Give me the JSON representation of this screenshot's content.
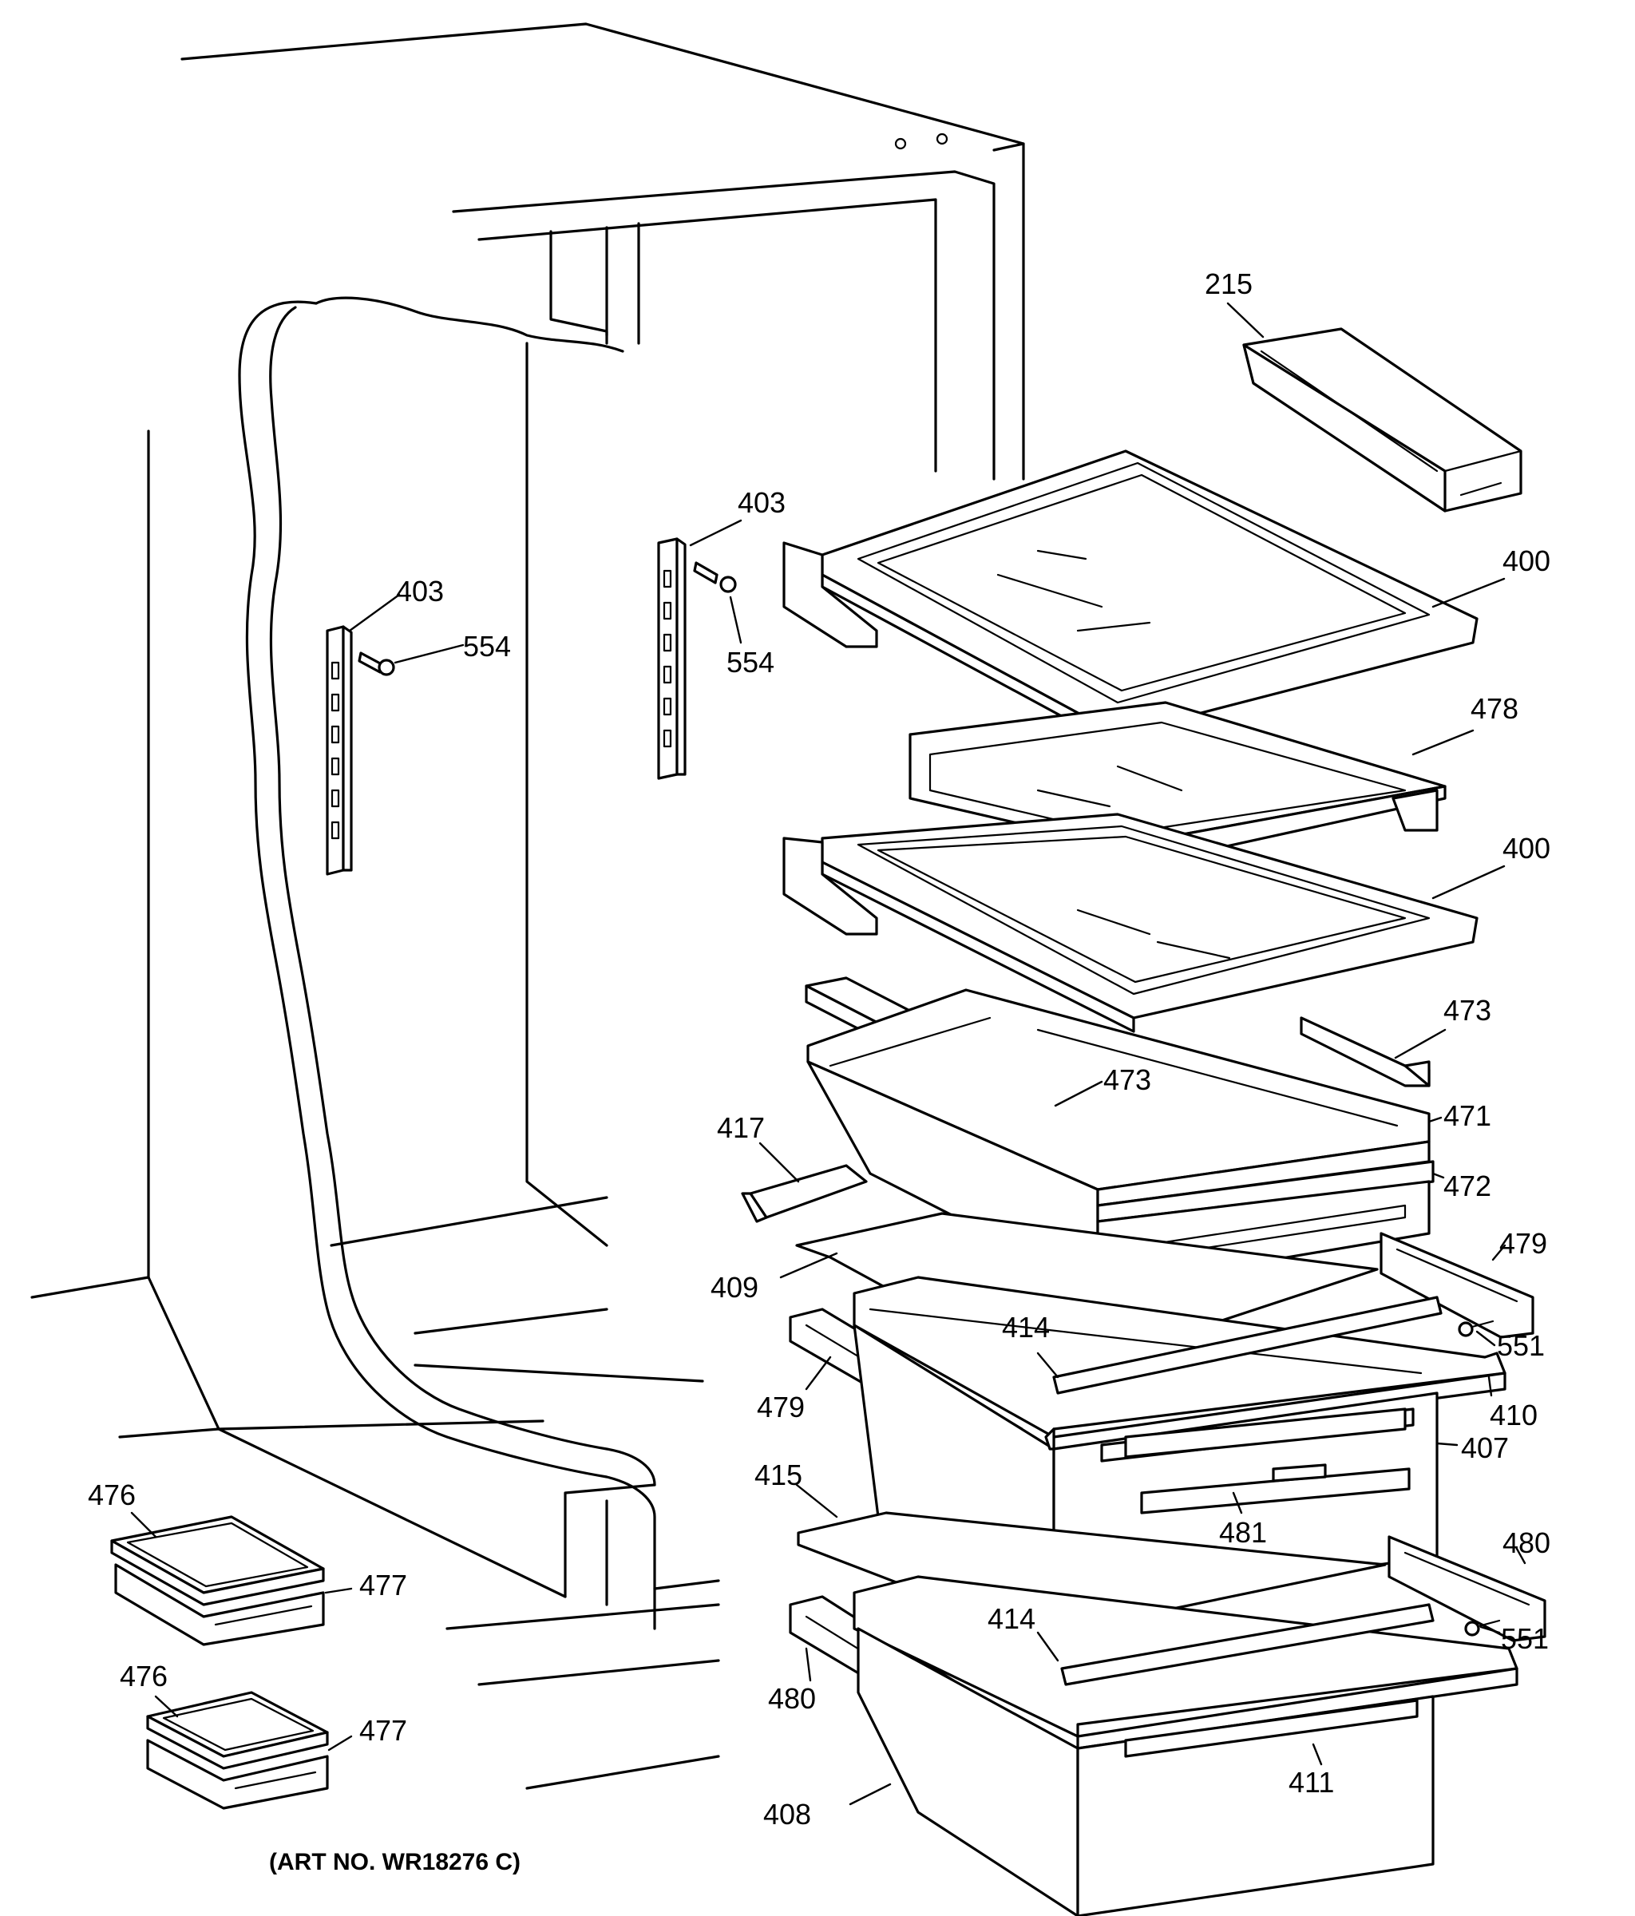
{
  "caption": "(ART NO. WR18276 C)",
  "labels": {
    "l215": "215",
    "l400a": "400",
    "l400b": "400",
    "l403a": "403",
    "l403b": "403",
    "l554a": "554",
    "l554b": "554",
    "l478": "478",
    "l473a": "473",
    "l473b": "473",
    "l471": "471",
    "l472": "472",
    "l417": "417",
    "l409": "409",
    "l479a": "479",
    "l479b": "479",
    "l414a": "414",
    "l414b": "414",
    "l551a": "551",
    "l551b": "551",
    "l410": "410",
    "l407": "407",
    "l415": "415",
    "l481": "481",
    "l480a": "480",
    "l480b": "480",
    "l408": "408",
    "l411": "411",
    "l476a": "476",
    "l476b": "476",
    "l477a": "477",
    "l477b": "477"
  }
}
